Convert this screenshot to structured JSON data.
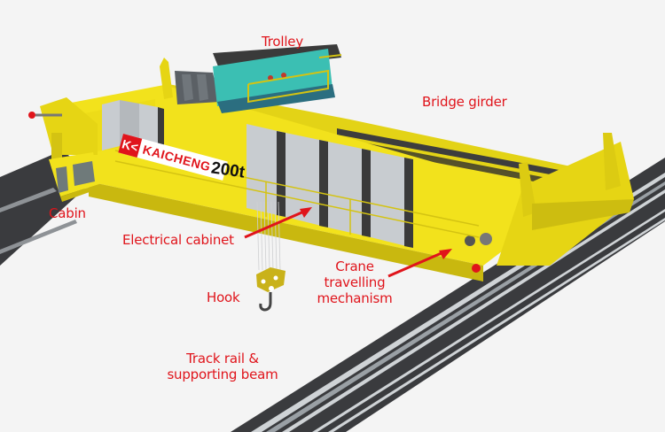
{
  "diagram": {
    "subject": "Double girder overhead bridge crane",
    "brand": {
      "logo_glyph": "K<",
      "name": "KAICHENG",
      "capacity": "200t"
    },
    "labels": {
      "trolley": "Trolley",
      "bridge_girder": "Bridge girder",
      "cabin": "Cabin",
      "electrical_cabinet": "Electrical cabinet",
      "hook": "Hook",
      "crane_travelling_mechanism": [
        "Crane",
        "travelling",
        "mechanism"
      ],
      "track_rail": [
        "Track rail &",
        "supporting beam"
      ]
    },
    "colors": {
      "label_text": "#e0141b",
      "arrow": "#e0141b",
      "girder_yellow": "#f2e21c",
      "girder_shadow": "#c9b80f",
      "trolley_teal": "#3bbfb3",
      "cabinet_grey": "#c8ccd0",
      "rail_dark": "#3a3b3e",
      "rail_stripe": "#cfd3d6",
      "background": "#f4f4f4"
    }
  }
}
